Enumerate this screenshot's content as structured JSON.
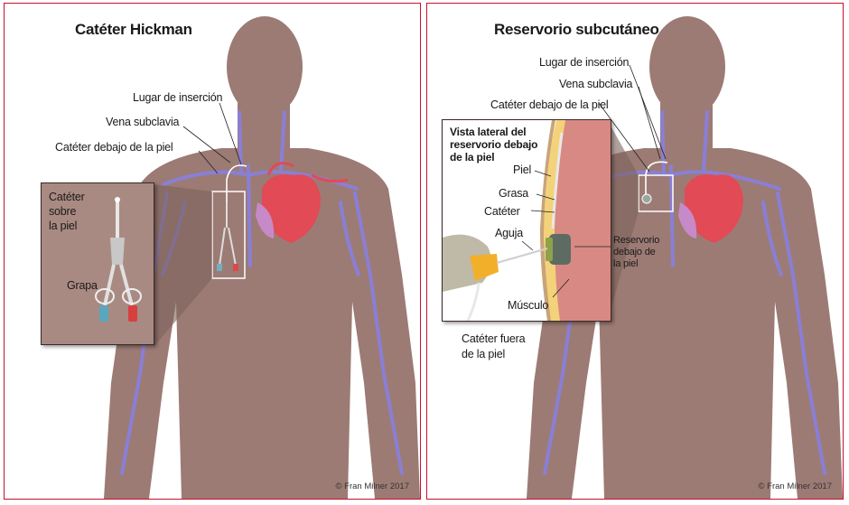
{
  "colors": {
    "border": "#c8102e",
    "body": "#9c7b74",
    "vein": "#8a7fd6",
    "heart": "#e24a55",
    "muscle": "#d98983",
    "fat": "#f3d27a",
    "port": "#5d6b63"
  },
  "left_panel": {
    "title": "Catéter Hickman",
    "labels": {
      "insertion": "Lugar de inserción",
      "subclavian": "Vena subclavia",
      "catheter_under": "Catéter debajo de la piel",
      "catheter_over_1": "Catéter",
      "catheter_over_2": "sobre",
      "catheter_over_3": "la piel",
      "clamp": "Grapa"
    },
    "copyright": "© Fran Milner 2017"
  },
  "right_panel": {
    "title": "Reservorio subcutáneo",
    "labels": {
      "insertion": "Lugar de inserción",
      "subclavian": "Vena subclavia",
      "catheter_under": "Catéter debajo de la piel",
      "inset_title_1": "Vista lateral del",
      "inset_title_2": "reservorio debajo",
      "inset_title_3": "de la piel",
      "skin": "Piel",
      "fat": "Grasa",
      "catheter": "Catéter",
      "needle": "Aguja",
      "muscle": "Músculo",
      "reservoir_1": "Reservorio",
      "reservoir_2": "debajo de",
      "reservoir_3": "la piel",
      "catheter_outside_1": "Catéter fuera",
      "catheter_outside_2": "de la piel"
    },
    "copyright": "© Fran Milner 2017"
  }
}
